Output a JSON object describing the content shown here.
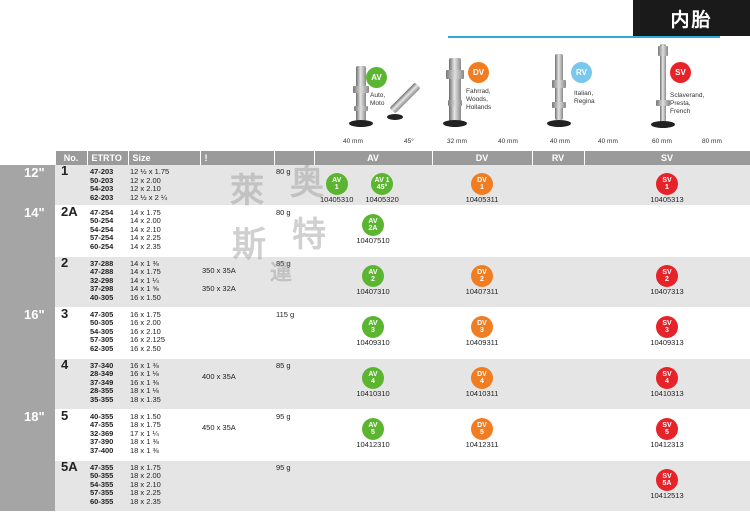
{
  "header": {
    "title": "内胎"
  },
  "valves": [
    {
      "label": "AV",
      "color": "#5cb531",
      "desc": [
        "Auto,",
        "Moto"
      ],
      "lengths": [
        "40 mm",
        "45°"
      ]
    },
    {
      "label": "DV",
      "color": "#f07d22",
      "desc": [
        "Fahrrad,",
        "Woods,",
        "Hollands"
      ],
      "lengths": [
        "32 mm",
        "40 mm"
      ]
    },
    {
      "label": "RV",
      "color": "#79c7ec",
      "desc": [
        "Italian,",
        "Regina"
      ],
      "lengths": [
        "40 mm",
        "40 mm"
      ]
    },
    {
      "label": "SV",
      "color": "#e52329",
      "desc": [
        "Sclaverand,",
        "Presta,",
        "French"
      ],
      "lengths": [
        "60 mm",
        "80 mm"
      ]
    }
  ],
  "table": {
    "headers": {
      "no": "No.",
      "etrto": "ETRTO",
      "size": "Size",
      "rim": "!",
      "av": "AV",
      "dv": "DV",
      "rv": "RV",
      "sv": "SV"
    },
    "watermark": [
      "萊",
      "奥",
      "斯",
      "特",
      "運"
    ],
    "rows": [
      {
        "inch": "12\"",
        "no": "1",
        "etrto": [
          "47-203",
          "50-203",
          "54-203",
          "62-203"
        ],
        "size": [
          "12 ½ x 1.75",
          "12 x 2.00",
          "12 x 2.10",
          "12 ½ x 2 ¼"
        ],
        "rim": "",
        "weight": "80 g",
        "av": [
          {
            "top": "AV",
            "bot": "1",
            "code": "10405310"
          },
          {
            "top": "AV 1",
            "bot": "45°",
            "code": "10405320"
          }
        ],
        "dv": {
          "top": "DV",
          "bot": "1",
          "code": "10405311"
        },
        "sv": {
          "top": "SV",
          "bot": "1",
          "code": "10405313"
        }
      },
      {
        "inch": "14\"",
        "no": "2A",
        "etrto": [
          "47-254",
          "50-254",
          "54-254",
          "57-254",
          "60-254"
        ],
        "size": [
          "14 x 1.75",
          "14 x 2.00",
          "14 x 2.10",
          "14 x 2.25",
          "14 x 2.35"
        ],
        "rim": "",
        "weight": "80 g",
        "av": [
          {
            "top": "AV",
            "bot": "2A",
            "code": "10407510"
          }
        ]
      },
      {
        "inch": "",
        "no": "2",
        "etrto": [
          "37-288",
          "47-288",
          "32-298",
          "37-298",
          "40-305"
        ],
        "size": [
          "14 x 1 ⅜",
          "14 x 1.75",
          "14 x 1 ¼",
          "14 x 1 ⅝",
          "16 x 1.50"
        ],
        "rim": [
          "350 x 35A",
          "350 x 32A"
        ],
        "weight": "85 g",
        "av": [
          {
            "top": "AV",
            "bot": "2",
            "code": "10407310"
          }
        ],
        "dv": {
          "top": "DV",
          "bot": "2",
          "code": "10407311"
        },
        "sv": {
          "top": "SV",
          "bot": "2",
          "code": "10407313"
        }
      },
      {
        "inch": "16\"",
        "no": "3",
        "etrto": [
          "47-305",
          "50-305",
          "54-305",
          "57-305",
          "62-305"
        ],
        "size": [
          "16 x 1.75",
          "16 x 2.00",
          "16 x 2.10",
          "16 x 2.125",
          "16 x 2.50"
        ],
        "rim": "",
        "weight": "115 g",
        "av": [
          {
            "top": "AV",
            "bot": "3",
            "code": "10409310"
          }
        ],
        "dv": {
          "top": "DV",
          "bot": "3",
          "code": "10409311"
        },
        "sv": {
          "top": "SV",
          "bot": "3",
          "code": "10409313"
        }
      },
      {
        "inch": "",
        "no": "4",
        "etrto": [
          "37-340",
          "28-349",
          "37-349",
          "28-355",
          "35-355"
        ],
        "size": [
          "16 x 1 ⅜",
          "16 x 1 ⅛",
          "16 x 1 ⅜",
          "18 x 1 ⅛",
          "18 x 1.35"
        ],
        "rim": [
          "400 x 35A"
        ],
        "weight": "85 g",
        "av": [
          {
            "top": "AV",
            "bot": "4",
            "code": "10410310"
          }
        ],
        "dv": {
          "top": "DV",
          "bot": "4",
          "code": "10410311"
        },
        "sv": {
          "top": "SV",
          "bot": "4",
          "code": "10410313"
        }
      },
      {
        "inch": "18\"",
        "no": "5",
        "etrto": [
          "40-355",
          "47-355",
          "32-369",
          "37-390",
          "37-400"
        ],
        "size": [
          "18 x 1.50",
          "18 x 1.75",
          "17 x 1 ¼",
          "18 x 1 ⅜",
          "18 x 1 ⅜"
        ],
        "rim": [
          "450 x 35A"
        ],
        "weight": "95 g",
        "av": [
          {
            "top": "AV",
            "bot": "5",
            "code": "10412310"
          }
        ],
        "dv": {
          "top": "DV",
          "bot": "5",
          "code": "10412311"
        },
        "sv": {
          "top": "SV",
          "bot": "5",
          "code": "10412313"
        }
      },
      {
        "inch": "",
        "no": "5A",
        "etrto": [
          "47-355",
          "50-355",
          "54-355",
          "57-355",
          "60-355"
        ],
        "size": [
          "18 x 1.75",
          "18 x 2.00",
          "18 x 2.10",
          "18 x 2.25",
          "18 x 2.35"
        ],
        "rim": "",
        "weight": "95 g",
        "sv": {
          "top": "SV",
          "bot": "5A",
          "code": "10412513"
        }
      }
    ]
  },
  "colors": {
    "av": "#5cb531",
    "dv": "#f07d22",
    "rv": "#79c7ec",
    "sv": "#e52329",
    "header": "#9a9a9a",
    "title_bg": "#1a1a1a",
    "accent_line": "#33a9d6"
  }
}
